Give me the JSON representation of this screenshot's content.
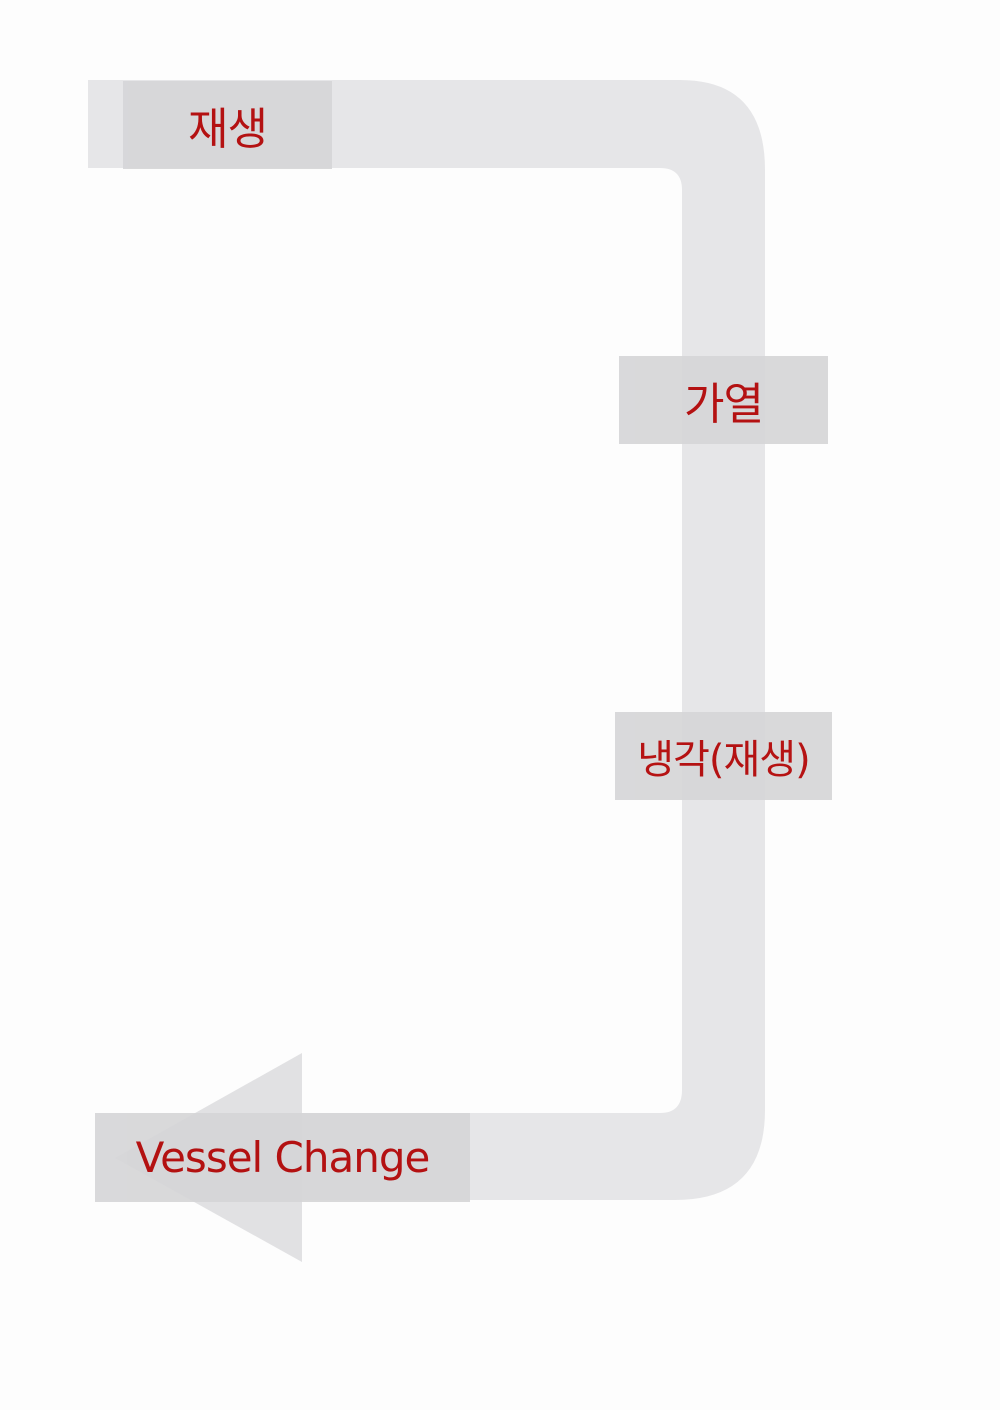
{
  "colors": {
    "path": "#e6e6e8",
    "label_bg": "#d6d6d8",
    "text": "#b00000"
  },
  "steps": [
    {
      "label": "재생"
    },
    {
      "label": "가열"
    },
    {
      "label": "냉각(재생)"
    },
    {
      "label": "Vessel Change"
    }
  ]
}
